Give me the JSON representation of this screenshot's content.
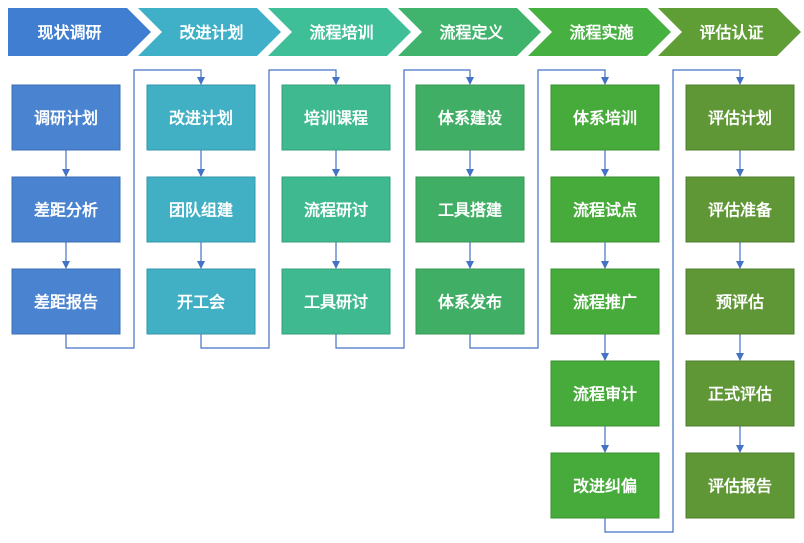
{
  "phases": [
    {
      "label": "现状调研",
      "color": "#3f7ed0",
      "box_color": "#4a83cf",
      "border": "#3a6fb5",
      "steps": [
        "调研计划",
        "差距分析",
        "差距报告"
      ]
    },
    {
      "label": "改进计划",
      "color": "#3fb0c8",
      "box_color": "#41afc4",
      "border": "#3597a9",
      "steps": [
        "改进计划",
        "团队组建",
        "开工会"
      ]
    },
    {
      "label": "流程培训",
      "color": "#3fbf98",
      "box_color": "#3fb98f",
      "border": "#33a07a",
      "steps": [
        "培训课程",
        "流程研讨",
        "工具研讨"
      ]
    },
    {
      "label": "流程定义",
      "color": "#40b36c",
      "box_color": "#40ae64",
      "border": "#379555",
      "steps": [
        "体系建设",
        "工具搭建",
        "体系发布"
      ]
    },
    {
      "label": "流程实施",
      "color": "#46b141",
      "box_color": "#47ab3b",
      "border": "#3a9230",
      "steps": [
        "体系培训",
        "流程试点",
        "流程推广",
        "流程审计",
        "改进纠偏"
      ]
    },
    {
      "label": "评估认证",
      "color": "#5f9d35",
      "box_color": "#5f9636",
      "border": "#4f7f2c",
      "steps": [
        "评估计划",
        "评估准备",
        "预评估",
        "正式评估",
        "评估报告"
      ]
    }
  ]
}
